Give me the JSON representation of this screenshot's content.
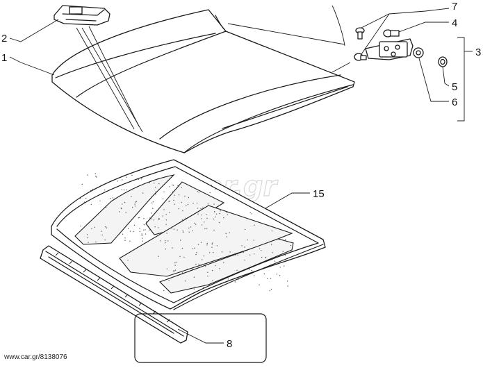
{
  "diagram": {
    "callouts": [
      {
        "id": "c1",
        "label": "1"
      },
      {
        "id": "c2",
        "label": "2"
      },
      {
        "id": "c3",
        "label": "3"
      },
      {
        "id": "c4",
        "label": "4"
      },
      {
        "id": "c5",
        "label": "5"
      },
      {
        "id": "c6",
        "label": "6"
      },
      {
        "id": "c7",
        "label": "7"
      },
      {
        "id": "c8",
        "label": "8"
      },
      {
        "id": "c15",
        "label": "15"
      }
    ],
    "watermark_logo": "car.gr",
    "watermark_id": "www.car.gr/8138076"
  },
  "colors": {
    "line": "#1a1a1a",
    "background": "#ffffff",
    "watermark": "#d8d8d8"
  }
}
